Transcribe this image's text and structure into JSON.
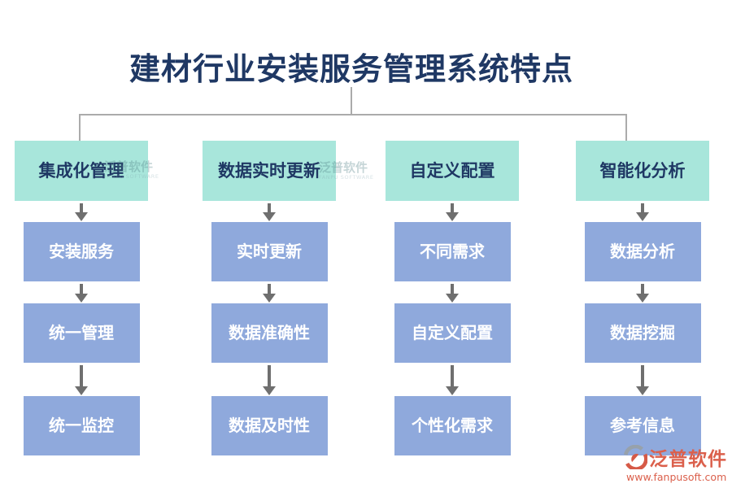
{
  "title": "建材行业安装服务管理系统特点",
  "columns": [
    {
      "header": "集成化管理",
      "items": [
        "安装服务",
        "统一管理",
        "统一监控"
      ]
    },
    {
      "header": "数据实时更新",
      "items": [
        "实时更新",
        "数据准确性",
        "数据及时性"
      ]
    },
    {
      "header": "自定义配置",
      "items": [
        "不同需求",
        "自定义配置",
        "个性化需求"
      ]
    },
    {
      "header": "智能化分析",
      "items": [
        "数据分析",
        "数据挖掘",
        "参考信息"
      ]
    }
  ],
  "watermarks": [
    {
      "text": "泛普软件",
      "subtext": "FANPU SOFTWARE"
    },
    {
      "text": "泛普软件",
      "subtext": "FANPU SOFTWARE"
    }
  ],
  "footer": {
    "brand": "泛普软件",
    "url": "www.fanpusoft.com"
  },
  "colors": {
    "title_text": "#1F3864",
    "header_bg": "#A8E6DB",
    "header_text": "#1F3864",
    "node_bg": "#8FA9DC",
    "node_text": "#FFFFFF",
    "connector_line": "#ABABAB",
    "arrow": "#6F6F6F",
    "brand_red": "#DB604C"
  }
}
